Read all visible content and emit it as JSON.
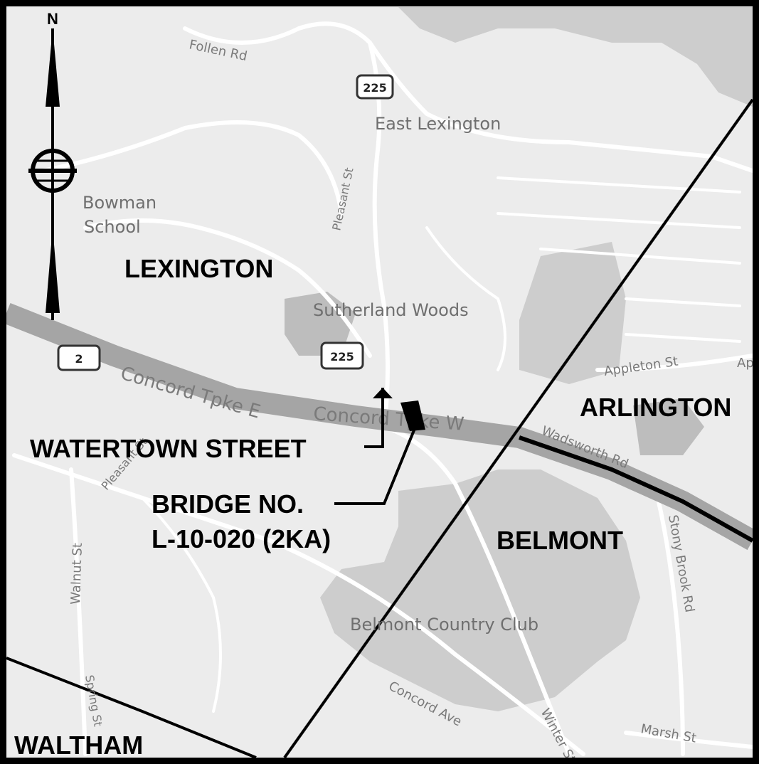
{
  "map": {
    "compass": {
      "north_label": "N"
    },
    "towns": [
      "LEXINGTON",
      "ARLINGTON",
      "BELMONT",
      "WALTHAM"
    ],
    "places": [
      "East Lexington",
      "Bowman",
      "School",
      "Sutherland Woods",
      "Belmont Country Club"
    ],
    "roads": {
      "follen": "Follen Rd",
      "pleasant": "Pleasant St",
      "concord_e": "Concord Tpke E",
      "concord_w": "Concord Tpke W",
      "wadsworth": "Wadsworth Rd",
      "appleton": "Appleton St",
      "appleton_2": "Ap",
      "walnut": "Walnut St",
      "stony": "Stony Brook Rd",
      "concord_ave": "Concord Ave",
      "winter": "Winter St",
      "marsh": "Marsh St",
      "pleasant_2": "Pleasant St",
      "left_vertical": "Spring St"
    },
    "shields": {
      "rt225_north": "225",
      "rt225_south": "225",
      "rt2": "2"
    },
    "callouts": {
      "street": "WATERTOWN STREET",
      "bridge_line1": "BRIDGE NO.",
      "bridge_line2": "L-10-020 (2KA)"
    },
    "colors": {
      "background": "#ededed",
      "road": "#ffffff",
      "water": "#c9c9c9",
      "highway": "#a3a3a3",
      "boundary": "#000000"
    }
  }
}
